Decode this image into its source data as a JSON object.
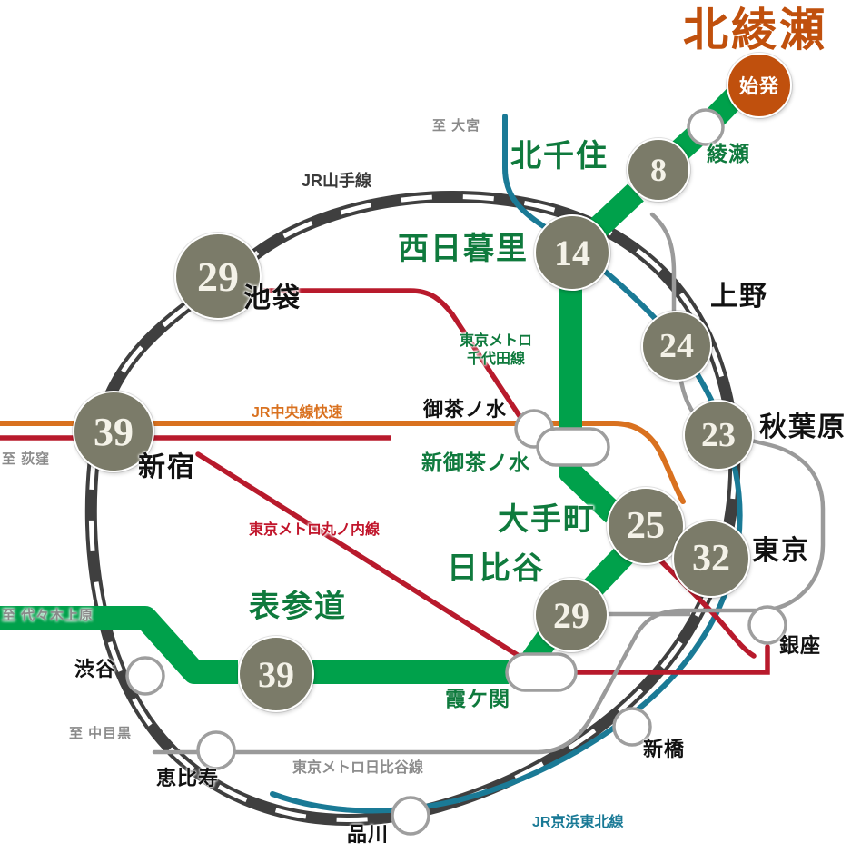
{
  "map": {
    "title": "北綾瀬",
    "start_badge": "始発",
    "colors": {
      "chiyoda_green": "#00a14b",
      "station_disc": "#7b7b69",
      "marunouchi_red": "#c1152b",
      "chuo_orange": "#d9711f",
      "keihin_blue": "#1a7a96",
      "yamanote_dark": "#3f3f3f",
      "hibiya_gray": "#9a9a9a",
      "accent_orange": "#c0500d",
      "name_green": "#0f7a3d"
    }
  },
  "lines": [
    {
      "id": "chiyoda",
      "name": "東京メトロ千代田線",
      "color": "#00a14b",
      "label_lines": [
        "東京メトロ",
        "千代田線"
      ]
    },
    {
      "id": "marunouchi",
      "name": "東京メトロ丸ノ内線",
      "color": "#c1152b",
      "label_lines": [
        "東京メトロ丸ノ内線"
      ]
    },
    {
      "id": "hibiya",
      "name": "東京メトロ日比谷線",
      "color": "#9a9a9a",
      "label_lines": [
        "東京メトロ日比谷線"
      ]
    },
    {
      "id": "yamanote",
      "name": "JR山手線",
      "color": "#3f3f3f",
      "label_lines": [
        "JR山手線"
      ]
    },
    {
      "id": "chuo",
      "name": "JR中央線快速",
      "color": "#d9711f",
      "label_lines": [
        "JR中央線快速"
      ]
    },
    {
      "id": "keihin",
      "name": "JR京浜東北線",
      "color": "#1a7a96",
      "label_lines": [
        "JR京浜東北線"
      ]
    }
  ],
  "stations": [
    {
      "id": "kita-ayase",
      "name": "北綾瀬",
      "number": null,
      "type": "title",
      "style": "title"
    },
    {
      "id": "ayase",
      "name": "綾瀬",
      "number": null,
      "type": "metro",
      "style": "green-mid"
    },
    {
      "id": "kita-senju",
      "name": "北千住",
      "number": "8",
      "type": "metro",
      "style": "green-major"
    },
    {
      "id": "nishi-nippori",
      "name": "西日暮里",
      "number": "14",
      "type": "metro",
      "style": "green-major"
    },
    {
      "id": "ikebukuro",
      "name": "池袋",
      "number": "29",
      "type": "jr",
      "style": "black-major"
    },
    {
      "id": "ueno",
      "name": "上野",
      "number": "24",
      "type": "jr",
      "style": "black-major"
    },
    {
      "id": "akihabara",
      "name": "秋葉原",
      "number": "23",
      "type": "jr",
      "style": "black-major"
    },
    {
      "id": "shinjuku",
      "name": "新宿",
      "number": "39",
      "type": "jr",
      "style": "black-major"
    },
    {
      "id": "ochanomizu",
      "name": "御茶ノ水",
      "number": null,
      "type": "jr",
      "style": "black-mid"
    },
    {
      "id": "shin-ochanomizu",
      "name": "新御茶ノ水",
      "number": null,
      "type": "metro",
      "style": "green-mid"
    },
    {
      "id": "otemachi",
      "name": "大手町",
      "number": "25",
      "type": "metro",
      "style": "green-major"
    },
    {
      "id": "tokyo",
      "name": "東京",
      "number": "32",
      "type": "jr",
      "style": "black-major"
    },
    {
      "id": "hibiya",
      "name": "日比谷",
      "number": "29",
      "type": "metro",
      "style": "green-major"
    },
    {
      "id": "omotesando",
      "name": "表参道",
      "number": "39",
      "type": "metro",
      "style": "green-major"
    },
    {
      "id": "kasumigaseki",
      "name": "霞ケ関",
      "number": null,
      "type": "metro",
      "style": "green-mid"
    },
    {
      "id": "shibuya",
      "name": "渋谷",
      "number": null,
      "type": "jr",
      "style": "black-mid"
    },
    {
      "id": "ebisu",
      "name": "恵比寿",
      "number": null,
      "type": "jr",
      "style": "black-mid"
    },
    {
      "id": "shinagawa",
      "name": "品川",
      "number": null,
      "type": "jr",
      "style": "black-mid"
    },
    {
      "id": "shimbashi",
      "name": "新橋",
      "number": null,
      "type": "jr",
      "style": "black-mid"
    },
    {
      "id": "ginza",
      "name": "銀座",
      "number": null,
      "type": "metro",
      "style": "black-mid"
    }
  ],
  "terminus_notes": [
    {
      "id": "to-omiya",
      "text": "至 大宮"
    },
    {
      "id": "to-ogikubo",
      "text": "至 荻窪"
    },
    {
      "id": "to-yoyogiuehara",
      "text": "至 代々木上原"
    },
    {
      "id": "to-nakameguro",
      "text": "至 中目黒"
    }
  ],
  "line_labels": {
    "yamanote": "JR山手線",
    "chuo": "JR中央線快速",
    "marunouchi": "東京メトロ丸ノ内線",
    "hibiya": "東京メトロ日比谷線",
    "keihin": "JR京浜東北線",
    "chiyoda_1": "東京メトロ",
    "chiyoda_2": "千代田線"
  },
  "numbers": {
    "kita_senju": "8",
    "nishi_nippori": "14",
    "ikebukuro": "29",
    "ueno": "24",
    "akihabara": "23",
    "shinjuku": "39",
    "otemachi": "25",
    "tokyo": "32",
    "hibiya": "29",
    "omotesando": "39"
  }
}
